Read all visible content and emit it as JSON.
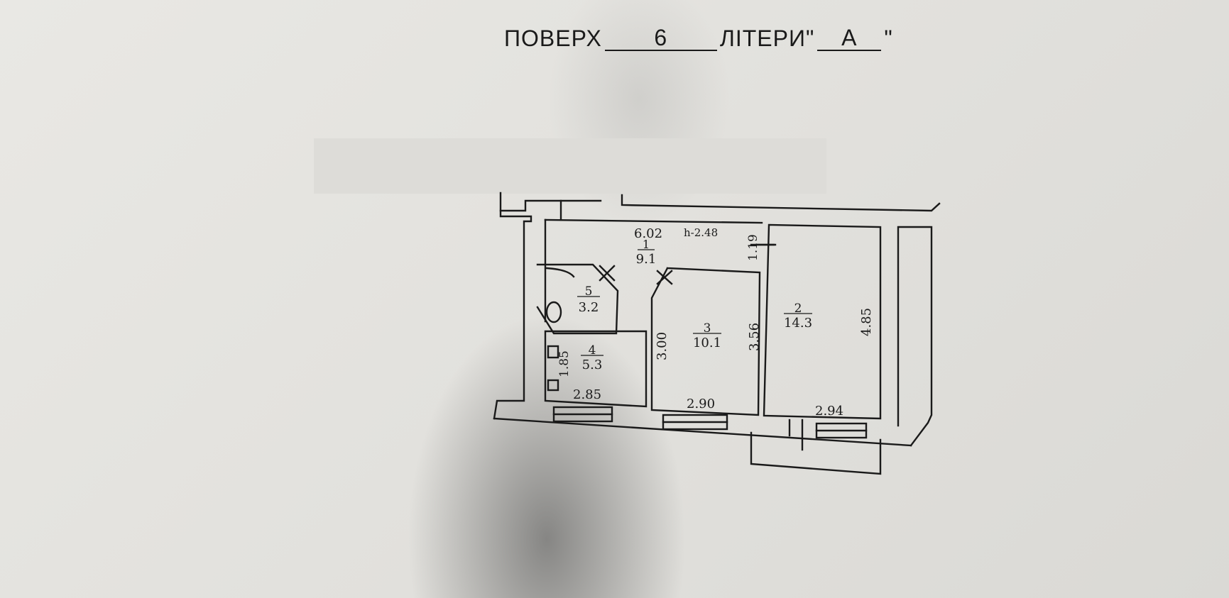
{
  "header": {
    "floor_label": "ПОВЕРХ",
    "floor_value": "6",
    "letter_label": "ЛІТЕРИ",
    "open_quote": "\"",
    "letter_value": "А",
    "close_quote": "\""
  },
  "plan": {
    "ceiling_height": "h-2.48",
    "rooms": [
      {
        "number": "1",
        "area": "9.1"
      },
      {
        "number": "2",
        "area": "14.3"
      },
      {
        "number": "3",
        "area": "10.1"
      },
      {
        "number": "4",
        "area": "5.3"
      },
      {
        "number": "5",
        "area": "3.2"
      }
    ],
    "dimensions": {
      "corridor_length": "6.02",
      "corridor_width": "1.19",
      "room2_depth": "4.85",
      "room2_width": "2.94",
      "room3_depth": "3.56",
      "room3_inner": "3.00",
      "room3_width": "2.90",
      "room4_width": "2.85",
      "room4_depth": "1.85"
    }
  }
}
